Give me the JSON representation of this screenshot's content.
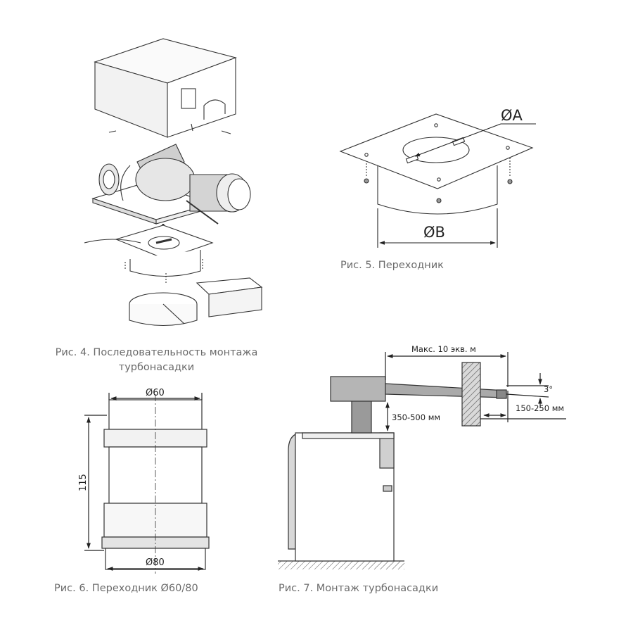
{
  "fig4": {
    "caption_line1": "Рис. 4. Последовательность монтажа",
    "caption_line2": "турбонасадки"
  },
  "fig5": {
    "caption": "Рис. 5. Переходник",
    "label_a": "ØA",
    "label_b": "ØB"
  },
  "fig6": {
    "caption": "Рис. 6. Переходник Ø60/80",
    "label_top": "Ø60",
    "label_bottom": "Ø80",
    "label_height": "115"
  },
  "fig7": {
    "caption": "Рис. 7. Монтаж турбонасадки",
    "label_max": "Макс. 10 экв. м",
    "label_angle": "3°",
    "label_height": "350-500 мм",
    "label_protrusion": "150-250 мм"
  }
}
